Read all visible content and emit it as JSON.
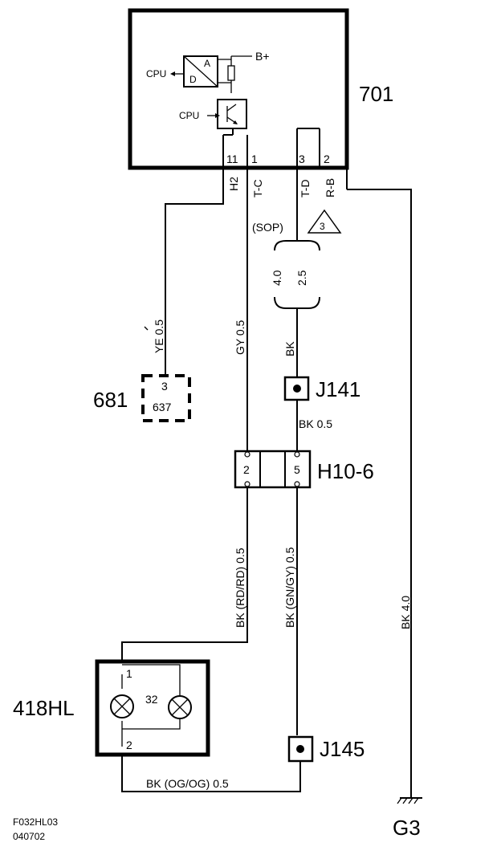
{
  "components": {
    "c701": {
      "label": "701",
      "b_plus": "B+",
      "cpu_1": "CPU",
      "cpu_2": "CPU",
      "ad_a": "A",
      "ad_d": "D"
    },
    "c681": {
      "label": "681",
      "pin": "3",
      "ref": "637"
    },
    "j141": {
      "label": "J141"
    },
    "h10_6": {
      "label": "H10-6",
      "pin_left": "2",
      "pin_right": "5"
    },
    "c418": {
      "label": "418HL",
      "pin_top": "1",
      "pin_bottom": "2",
      "ref": "32"
    },
    "j145": {
      "label": "J145"
    },
    "g3": {
      "label": "G3"
    }
  },
  "pins_701": {
    "p11": "11",
    "p1": "1",
    "p3": "3",
    "p2": "2"
  },
  "pin_names": {
    "h2": "H2",
    "tc": "T-C",
    "td": "T-D",
    "rb": "R-B"
  },
  "wires": {
    "ye": "YE 0.5",
    "gy": "GY 0.5",
    "bk_top": "BK",
    "bk_j141": "BK  0.5",
    "bk_rdrd": "BK   (RD/RD)   0.5",
    "bk_gngy": "BK   (GN/GY)   0.5",
    "bk_ogog": "BK  (OG/OG)  0.5",
    "bk_40": "BK  4.0",
    "sop": "(SOP)",
    "note": "3",
    "size_40": "4.0",
    "size_25": "2.5"
  },
  "footer": {
    "code": "F032HL03",
    "date": "040702"
  }
}
